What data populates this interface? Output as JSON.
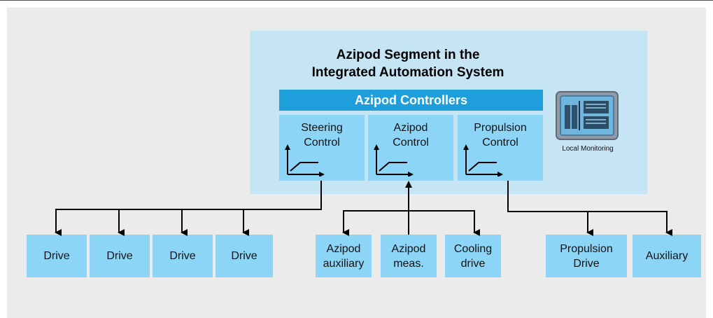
{
  "segment": {
    "title_line1": "Azipod Segment in the",
    "title_line2": "Integrated Automation System"
  },
  "controllers_bar": "Azipod Controllers",
  "controllers": [
    {
      "line1": "Steering",
      "line2": "Control"
    },
    {
      "line1": "Azipod",
      "line2": "Control"
    },
    {
      "line1": "Propulsion",
      "line2": "Control"
    }
  ],
  "local_monitoring": "Local Monitoring",
  "boxes": [
    {
      "line1": "Drive",
      "line2": ""
    },
    {
      "line1": "Drive",
      "line2": ""
    },
    {
      "line1": "Drive",
      "line2": ""
    },
    {
      "line1": "Drive",
      "line2": ""
    },
    {
      "line1": "Azipod",
      "line2": "auxiliary"
    },
    {
      "line1": "Azipod",
      "line2": "meas."
    },
    {
      "line1": "Cooling",
      "line2": "drive"
    },
    {
      "line1": "Propulsion",
      "line2": "Drive"
    },
    {
      "line1": "Auxiliary",
      "line2": ""
    }
  ],
  "colors": {
    "panel_bg": "#ebebeb",
    "segment_bg": "#c5e5f5",
    "controller_bar": "#1e9fdc",
    "box_fill": "#8dd5f6"
  }
}
